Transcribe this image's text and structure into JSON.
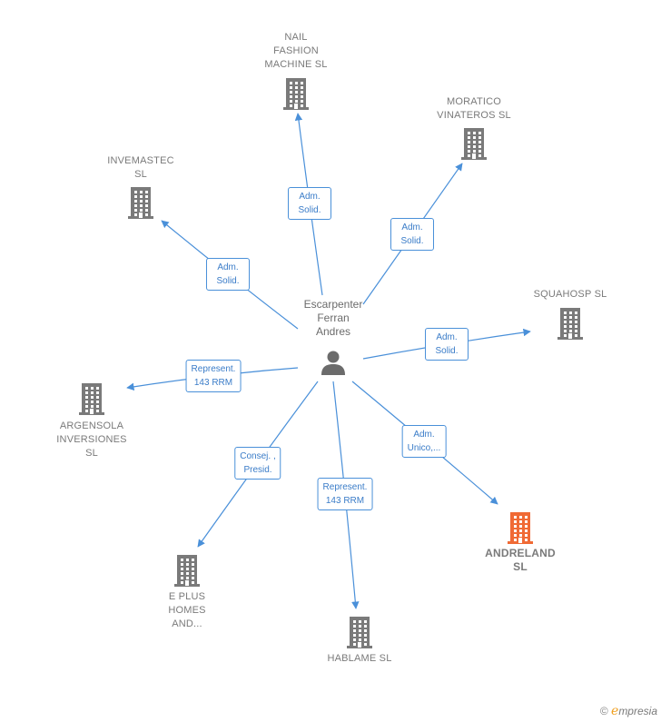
{
  "center": {
    "label": "Escarpenter\nFerran\nAndres",
    "icon": "person-icon"
  },
  "companies": [
    {
      "id": "nail",
      "label": "NAIL\nFASHION\nMACHINE  SL",
      "highlight": false
    },
    {
      "id": "moratico",
      "label": "MORATICO\nVINATEROS  SL",
      "highlight": false
    },
    {
      "id": "invemastec",
      "label": "INVEMASTEC\nSL",
      "highlight": false
    },
    {
      "id": "squahosp",
      "label": "SQUAHOSP  SL",
      "highlight": false
    },
    {
      "id": "argensola",
      "label": "ARGENSOLA\nINVERSIONES\nSL",
      "highlight": false
    },
    {
      "id": "andreland",
      "label": "ANDRELAND\nSL",
      "highlight": true
    },
    {
      "id": "eplus",
      "label": "E PLUS\nHOMES\nAND...",
      "highlight": false
    },
    {
      "id": "hablame",
      "label": "HABLAME  SL",
      "highlight": false
    }
  ],
  "relations": [
    {
      "to": "nail",
      "label": "Adm.\nSolid."
    },
    {
      "to": "moratico",
      "label": "Adm.\nSolid."
    },
    {
      "to": "invemastec",
      "label": "Adm.\nSolid."
    },
    {
      "to": "squahosp",
      "label": "Adm.\nSolid."
    },
    {
      "to": "argensola",
      "label": "Represent.\n143 RRM"
    },
    {
      "to": "andreland",
      "label": "Adm.\nUnico,..."
    },
    {
      "to": "eplus",
      "label": "Consej. ,\nPresid."
    },
    {
      "to": "hablame",
      "label": "Represent.\n143 RRM"
    }
  ],
  "colors": {
    "edge": "#4a90d9",
    "building": "#7a7a7a",
    "building_highlight": "#f06a35",
    "person": "#6b6b6b"
  },
  "brand": {
    "copyright": "©",
    "e": "e",
    "rest": "mpresia"
  }
}
